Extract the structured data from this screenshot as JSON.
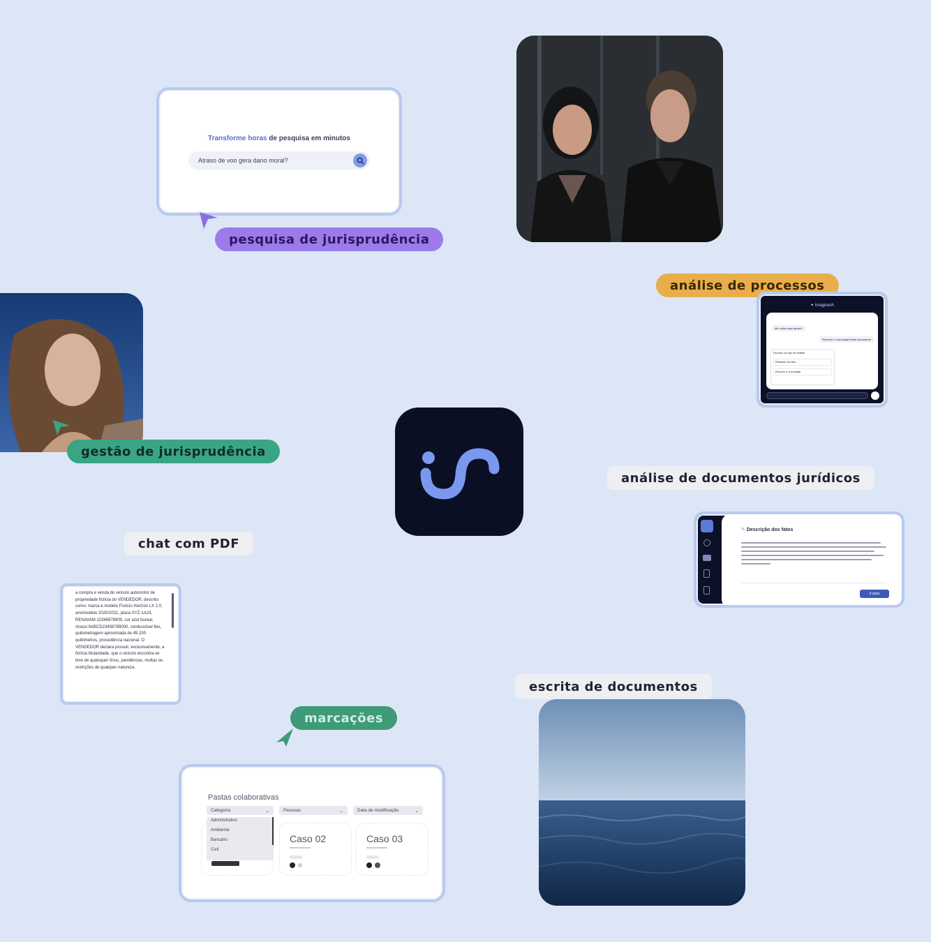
{
  "labels": {
    "pesquisa": "pesquisa de jurisprudência",
    "analise_processos": "análise de processos",
    "gestao": "gestão de jurisprudência",
    "analise_documentos": "análise de documentos jurídicos",
    "chat_pdf": "chat com PDF",
    "marcacoes": "marcações",
    "escrita": "escrita de documentos"
  },
  "search_card": {
    "title_part1": "Transforme horas",
    "title_part2": "de pesquisa em minutos",
    "query": "Atraso de voo gera dano moral?"
  },
  "chat_card": {
    "header": "ImagineIA",
    "msg1": "Me conta esse ajuste?",
    "msg2": "Resumo e cronologia deste documento",
    "panel_title": "Escolha um tipo de análise",
    "opt1": "Relatório Jurídico",
    "opt2": "Resumo e cronologia"
  },
  "doc_card": {
    "title": "Descrição dos fatos",
    "button": "Ir para"
  },
  "pdf_card": {
    "text": "a compra e venda do veículo automotor de propriedade fictícia do VENDEDOR, descrito como: marca e modelo Fictício Horizon LX 2.0, ano/modelo 2020/2021, placa XYZ-1A23, RENAVAM 12345678900, cor azul boreal, chassi 9ABCD23456789000, combustível flex, quilometragem aproximada de 45.200 quilômetros, procedência nacional. O VENDEDOR declara possuir, exclusivamente, a fictícia titularidade, que o veículo encontra-se livre de quaisquer ônus, pendências, multas ou restrições de qualquer natureza."
  },
  "folders_card": {
    "title": "Pastas colaborativas",
    "filter1": "Categoria",
    "filter2": "Pessoas",
    "filter3": "Data de modificação",
    "dropdown_items": [
      "Administrativo",
      "Ambiental",
      "Bancário",
      "Civil"
    ],
    "caso2": "Caso 02",
    "caso3": "Caso 03"
  },
  "colors": {
    "background": "#dce6f7",
    "purple": "#9b7bea",
    "orange": "#e9ae4b",
    "green": "#3aa585",
    "logo_bg": "#0b0f24",
    "logo_mark": "#7b98ef"
  }
}
